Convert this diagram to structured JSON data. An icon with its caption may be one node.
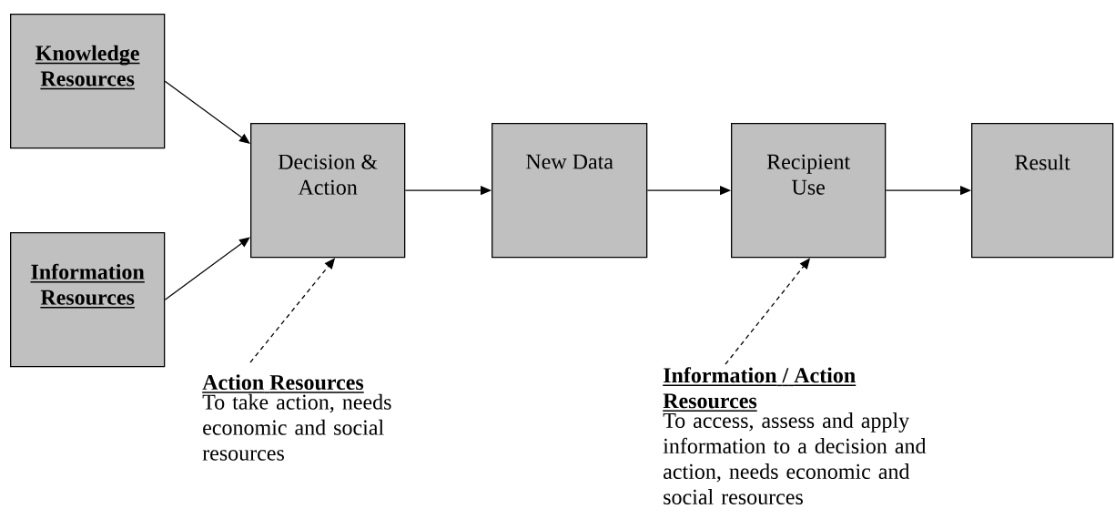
{
  "diagram": {
    "nodes": [
      {
        "text": [
          "Knowledge Resources"
        ]
      },
      {
        "text": [
          "Information Resources"
        ]
      },
      {
        "text": [
          "Decision & Action"
        ]
      },
      {
        "text": [
          "New Data"
        ]
      },
      {
        "text": [
          "Recipient Use"
        ]
      },
      {
        "text": [
          "Result"
        ]
      },
      {
        "text": [
          "Action Resources",
          "To take action, needs economic and social resources"
        ]
      },
      {
        "text": [
          "Information / Action Resources",
          "To access, assess and apply information to a decision and action, needs economic and social resources"
        ]
      }
    ],
    "edges": [
      {
        "from": 0,
        "to": 2,
        "arrow": "to"
      },
      {
        "from": 1,
        "to": 2,
        "arrow": "to"
      },
      {
        "from": 2,
        "to": 3,
        "arrow": "to"
      },
      {
        "from": 3,
        "to": 4,
        "arrow": "to"
      },
      {
        "from": 4,
        "to": 5,
        "arrow": "to"
      },
      {
        "from": 6,
        "to": 2,
        "arrow": "to",
        "style": "dashed"
      },
      {
        "from": 7,
        "to": 4,
        "arrow": "to",
        "style": "dashed"
      }
    ]
  }
}
